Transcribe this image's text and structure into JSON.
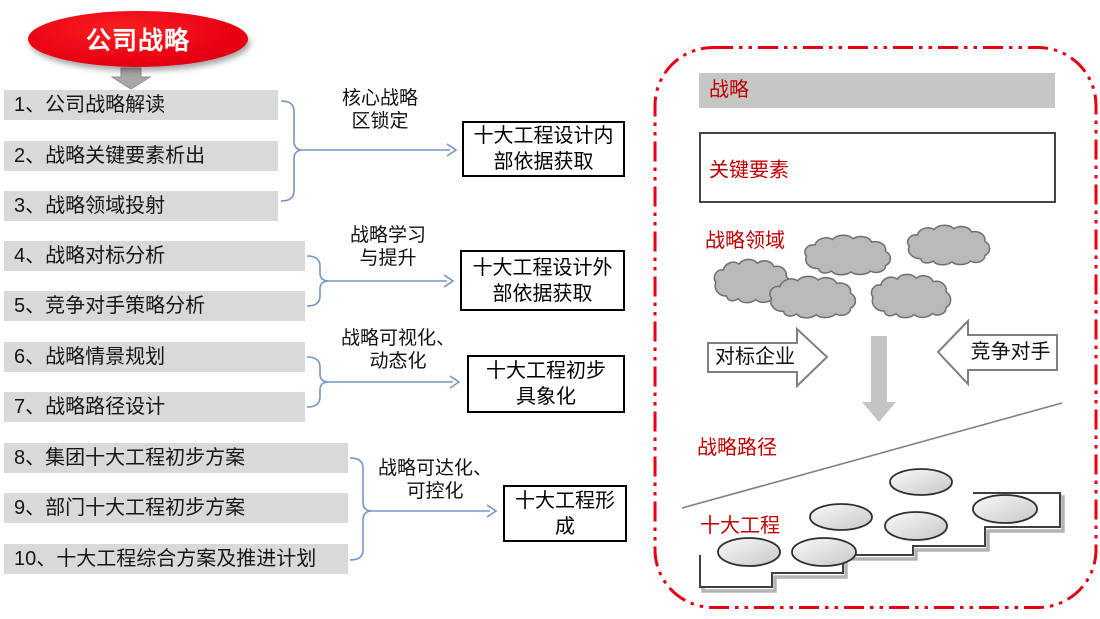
{
  "title_ellipse": {
    "label": "公司战略"
  },
  "left_list": {
    "items": [
      {
        "label": "1、公司战略解读"
      },
      {
        "label": "2、战略关键要素析出"
      },
      {
        "label": "3、战略领域投射"
      },
      {
        "label": "4、战略对标分析"
      },
      {
        "label": "5、竞争对手策略分析"
      },
      {
        "label": "6、战略情景规划"
      },
      {
        "label": "7、战略路径设计"
      },
      {
        "label": "8、集团十大工程初步方案"
      },
      {
        "label": "9、部门十大工程初步方案"
      },
      {
        "label": "10、十大工程综合方案及推进计划"
      }
    ]
  },
  "flow": {
    "steps": [
      {
        "arrow_label": [
          "核心战略",
          "区锁定"
        ],
        "target": [
          "十大工程设计内",
          "部依据获取"
        ]
      },
      {
        "arrow_label": [
          "战略学习",
          "与提升"
        ],
        "target": [
          "十大工程设计外",
          "部依据获取"
        ]
      },
      {
        "arrow_label": [
          "战略可视化、",
          "动态化"
        ],
        "target": [
          "十大工程初步",
          "具象化"
        ]
      },
      {
        "arrow_label": [
          "战略可达化、",
          "可控化"
        ],
        "target": [
          "十大工程形",
          "成"
        ]
      }
    ]
  },
  "panel": {
    "strategy_label": "战略",
    "key_elements_label": "关键要素",
    "strategy_domain_label": "战略领域",
    "benchmark_arrow_label": "对标企业",
    "competitor_arrow_label": "竞争对手",
    "strategy_path_label": "战略路径",
    "ten_projects_label": "十大工程"
  },
  "colors": {
    "brand_red": "#e60012",
    "text_red": "#c00000",
    "connector_blue": "#7396c8",
    "list_box_gray": "#d9d9d9",
    "bar_gray": "#c6c6c6",
    "shape_gray": "#b3b3b3",
    "cloud_gray": "#b9b9b9",
    "arrow_gray": "#c4c4c4"
  }
}
